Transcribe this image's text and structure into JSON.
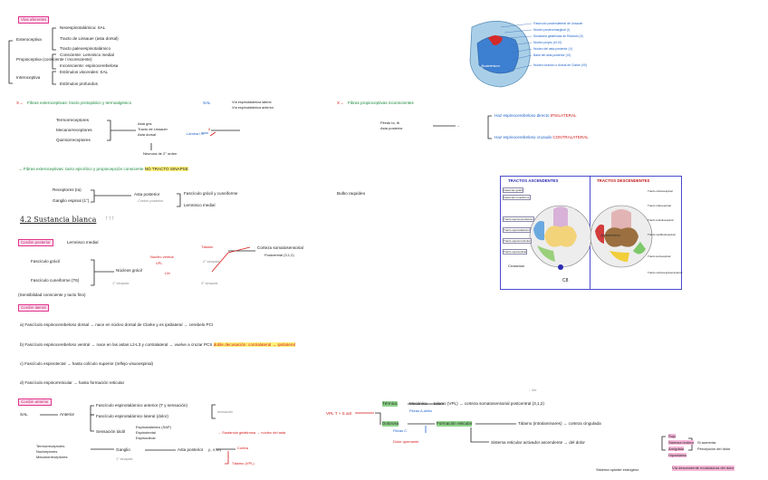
{
  "sec1": {
    "box": "Vías aferentes",
    "a": "Exteroceptiva",
    "a1": "Neoespinotalámica: SAL",
    "a2": "Tracto de Lissauer (asta dorsal)",
    "a3": "Tracto paleoespinotalámico",
    "b": "Propioceptiva (consciente / inconsciente)",
    "b1": "Consciente: Lemnisco medial",
    "b2": "Inconsciente: espinocerebelosa",
    "c": "Interoceptiva",
    "c1": "Estímulos viscerales: SAL",
    "c2": "Estímulos profundos"
  },
  "fig1": {
    "labels": [
      "Fascículo posterolateral de Lissauer",
      "Núcleo posteromarginal (I)",
      "Sustancia gelatinosa de Rolando (II)",
      "Núcleo propio (III-IV)",
      "Núcleo del asta posterior (V)",
      "Base del asta posterior (VI)",
      "Núcleo torácico o dorsal de Clarke (VII)"
    ],
    "watermark": "@cateterismo"
  },
  "sec2": {
    "left_title": "Fibras exteroceptivas: tracto protopático y termoalgésico",
    "tract": "SAL",
    "side1": "Vía espinotalámica lateral",
    "side2": "Vía espinotalámica anterior",
    "recs": [
      "Termorreceptores",
      "Mecanorreceptores",
      "Quimiorreceptores"
    ],
    "mid1": "Asta gris",
    "mid2": "Tracto de Lissauer",
    "mid3": "Asta dorsal",
    "blue_note": "Lámina I-V",
    "down_note": "Neurona de 2° orden",
    "right_title": "Fibras propioceptivas inconscientes",
    "r1": "Fibras Ia, Ib",
    "r2": "Asta posterior",
    "b_upper": "Haz espinocerebeloso directo",
    "b_upper_hl": "IPSILATERAL",
    "b_lower": "Haz espinocerebeloso cruzado",
    "b_lower_hl": "CONTRALATERAL",
    "green_line": "Fibras exteroceptivas: tacto epicrítico y propiocepción consciente",
    "green_hl": "NO TRACTO SINAPSE",
    "g1": "Receptores (Ia)",
    "g2": "Ganglio espinal (1°)",
    "g_mid": "Asta posterior",
    "g_sub": "Cordón posterior",
    "g_r1": "Fascículo grácil y cuneiforme",
    "g_r2": "Lemnisco medial",
    "g_end": "Bulbo raquídeo"
  },
  "fig2": {
    "left_title": "TRACTOS ASCENDENTES",
    "right_title": "TRACTOS DESCENDENTES",
    "left_labels": [
      "Fascículo grácil",
      "Fascículo cuneiforme",
      "Tracto espinocerebeloso",
      "Tracto espinotalámico",
      "Tracto espinorreticular",
      "Tracto espinoolivar"
    ],
    "right_labels": [
      "Tracto corticoespinal",
      "Tracto rubroespinal",
      "Tracto reticuloespinal",
      "Tracto vestibuloespinal",
      "Tracto tectoespinal",
      "Tracto corticoespinal anterior"
    ],
    "bottom1": "Crossmon",
    "bottom2": "C8",
    "watermark": "@cateterismo"
  },
  "sec3": {
    "heading": "4.2 Sustancia blanca",
    "heading_marks": "↑↑↑",
    "box": "Cordón posterior",
    "box_side": "Lemnisco medial",
    "l1": "Fascículo grácil",
    "l2": "Fascículo cuneiforme (T6)",
    "l3": "(Sensibilidad consciente y tacto fino)",
    "mid": "Núcleos grácil",
    "mid_note": "1° sinapsis",
    "red1": "Núcleo ventral",
    "red2": "VPL",
    "red3": "LM",
    "red_top": "Tálamo",
    "sinapsis": "2° sinapsis",
    "end1": "Corteza somatosensorial",
    "end2": "Postcentral (3,1,2)",
    "sub_note": "3° sinapsis"
  },
  "sec4": {
    "box": "Cordón lateral",
    "lines": [
      "a) Fascículo espinocerebeloso dorsal → nace en núcleo dorsal de Clarke y es ipsilateral → cerebelo PCI",
      "b) Fascículo espinocerebeloso ventral → nace en las astas L2-L3 y contralateral → vuelve a cruzar PCS",
      "c) Fascículo espinotectal → hasta colículo superior (reflejo visuoespinal)",
      "d) Fascículo espinorreticular → hasta formación reticular"
    ],
    "b_hl": "doble decusación: contralateral → ipsilateral"
  },
  "sec5": {
    "box": "Cordón anterior",
    "s1": "SAL",
    "s2": "Anterior",
    "t1": "Fascículo espinotalámico anterior (T y sensación)",
    "t2": "Fascículo espinotalámico lateral (dolor)",
    "t3": "Sensación táctil",
    "t4": "Espinotalámico (SAP)",
    "t5": "Espinotectal",
    "t6": "Espinoolivar",
    "red_arrow": "→ Sustancia gelatinosa → núcleo del asta",
    "note_top": "↑ Ver",
    "left1": "Termorreceptores",
    "left2": "Nociceptores",
    "left3": "Mecanorreceptores",
    "ganglio": "Ganglio",
    "ganglio_note": "1° sinapsis",
    "asta": "Asta posterior",
    "asta_note": "(I, II, III)",
    "asta_red": "Contra",
    "asta_red2": "Tálamo (VPL)",
    "mid_red": "VPL T + S ant",
    "gray_note": "sensación",
    "green1": "Térmica",
    "green2": "Dolorosa",
    "green1_r": "Mecánica → talamo (VPL) → corteza somatosensorial postcentral (3,1,2)",
    "green1_b": "Fibras A-delta",
    "green2_b": "Fibras C",
    "green2_r": "Formación reticular",
    "green2_r2": "Tálamo (intralaminares) → corteza cingulada",
    "green2_red": "Dolor quemante",
    "green_end": "Sistema reticular activador ascendente → del dolor",
    "pink1": "Rojo",
    "pink2": "Sistema límbico",
    "pink3": "Amígdala",
    "pink4": "Hipotálamo",
    "right_note1": "Si aumenta",
    "right_note2": "Percepción del dolor",
    "bottom_pink": "Vía descendente moduladora del dolor",
    "bottom_small": "Sistema opioide endógeno"
  }
}
